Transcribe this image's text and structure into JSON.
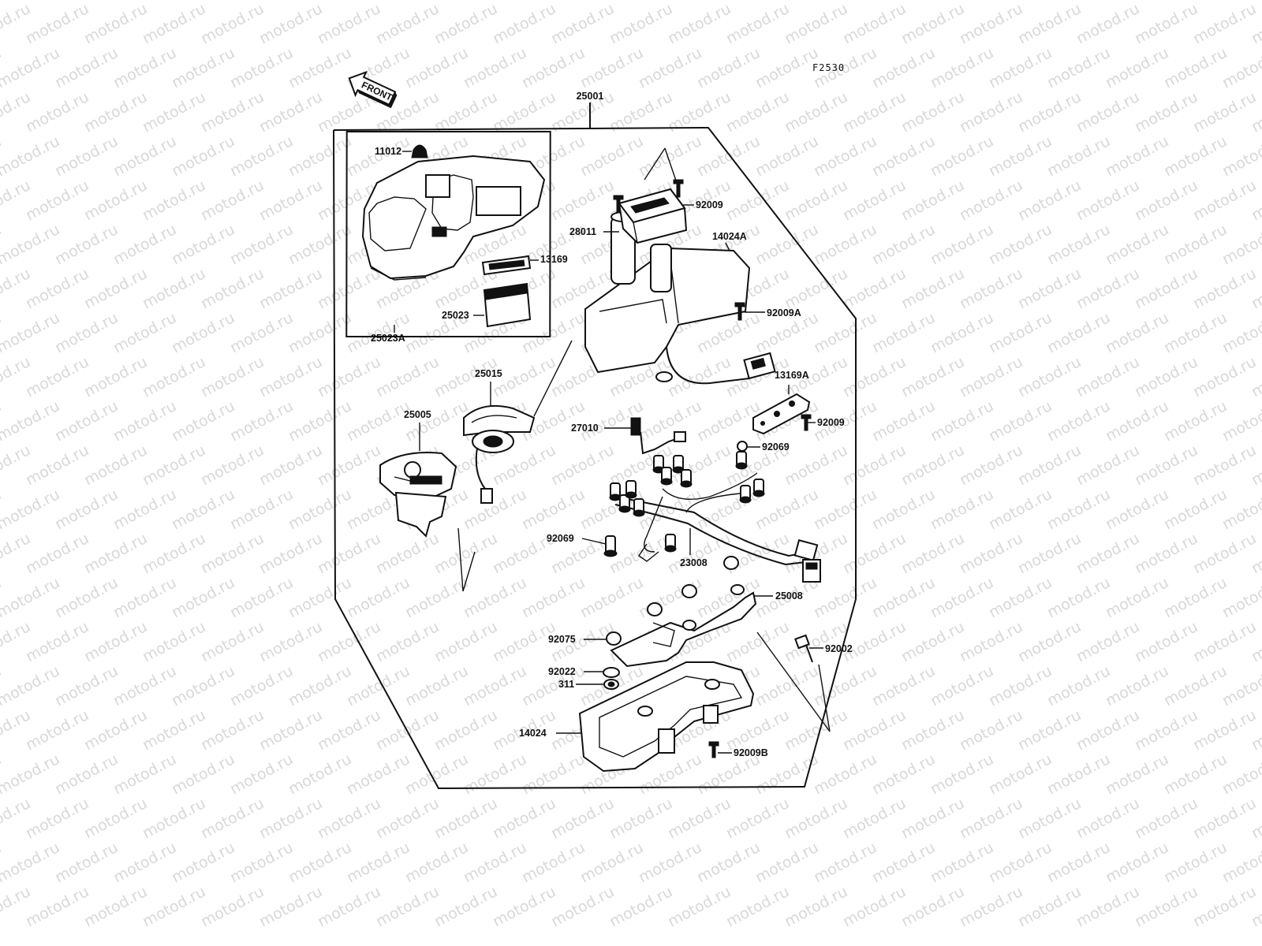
{
  "figure_code": "F2530",
  "front_label": "FRONT",
  "watermark": "motod.ru",
  "parts": [
    {
      "id": "p-25001",
      "number": "25001"
    },
    {
      "id": "p-11012",
      "number": "11012"
    },
    {
      "id": "p-92009-top",
      "number": "92009"
    },
    {
      "id": "p-28011",
      "number": "28011"
    },
    {
      "id": "p-14024A",
      "number": "14024A"
    },
    {
      "id": "p-13169",
      "number": "13169"
    },
    {
      "id": "p-25023",
      "number": "25023"
    },
    {
      "id": "p-92009A",
      "number": "92009A"
    },
    {
      "id": "p-25023A",
      "number": "25023A"
    },
    {
      "id": "p-25015",
      "number": "25015"
    },
    {
      "id": "p-13169A",
      "number": "13169A"
    },
    {
      "id": "p-25005",
      "number": "25005"
    },
    {
      "id": "p-92009-mid",
      "number": "92009"
    },
    {
      "id": "p-27010",
      "number": "27010"
    },
    {
      "id": "p-92069-right",
      "number": "92069"
    },
    {
      "id": "p-92069-left",
      "number": "92069"
    },
    {
      "id": "p-23008",
      "number": "23008"
    },
    {
      "id": "p-25008",
      "number": "25008"
    },
    {
      "id": "p-92075",
      "number": "92075"
    },
    {
      "id": "p-92002",
      "number": "92002"
    },
    {
      "id": "p-92022",
      "number": "92022"
    },
    {
      "id": "p-311",
      "number": "311"
    },
    {
      "id": "p-14024",
      "number": "14024"
    },
    {
      "id": "p-92009B",
      "number": "92009B"
    }
  ]
}
